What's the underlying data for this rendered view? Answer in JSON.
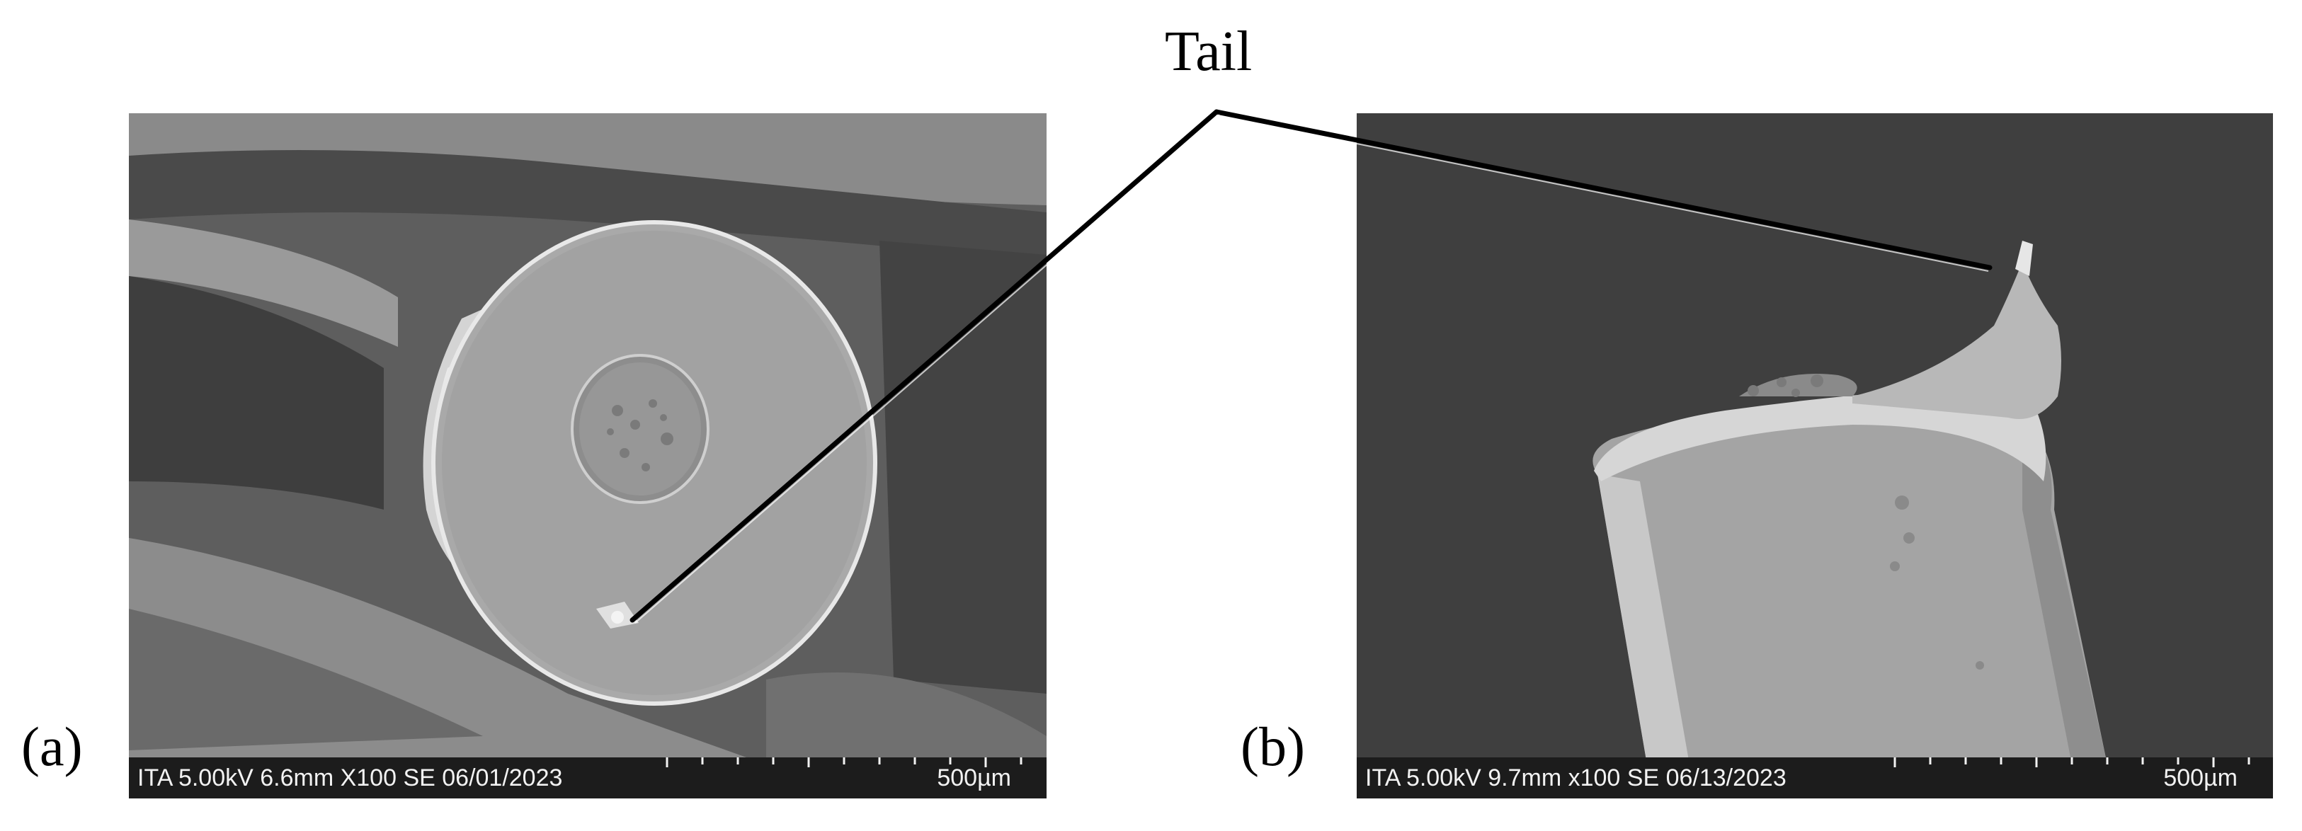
{
  "callout": {
    "label": "Tail"
  },
  "panels": [
    {
      "id": "a",
      "label": "(a)",
      "meta": "ITA 5.00kV 6.6mm X100 SE 06/01/2023",
      "scale_bar": "500µm"
    },
    {
      "id": "b",
      "label": "(b)",
      "meta": "ITA 5.00kV 9.7mm x100 SE 06/13/2023",
      "scale_bar": "500µm"
    }
  ]
}
